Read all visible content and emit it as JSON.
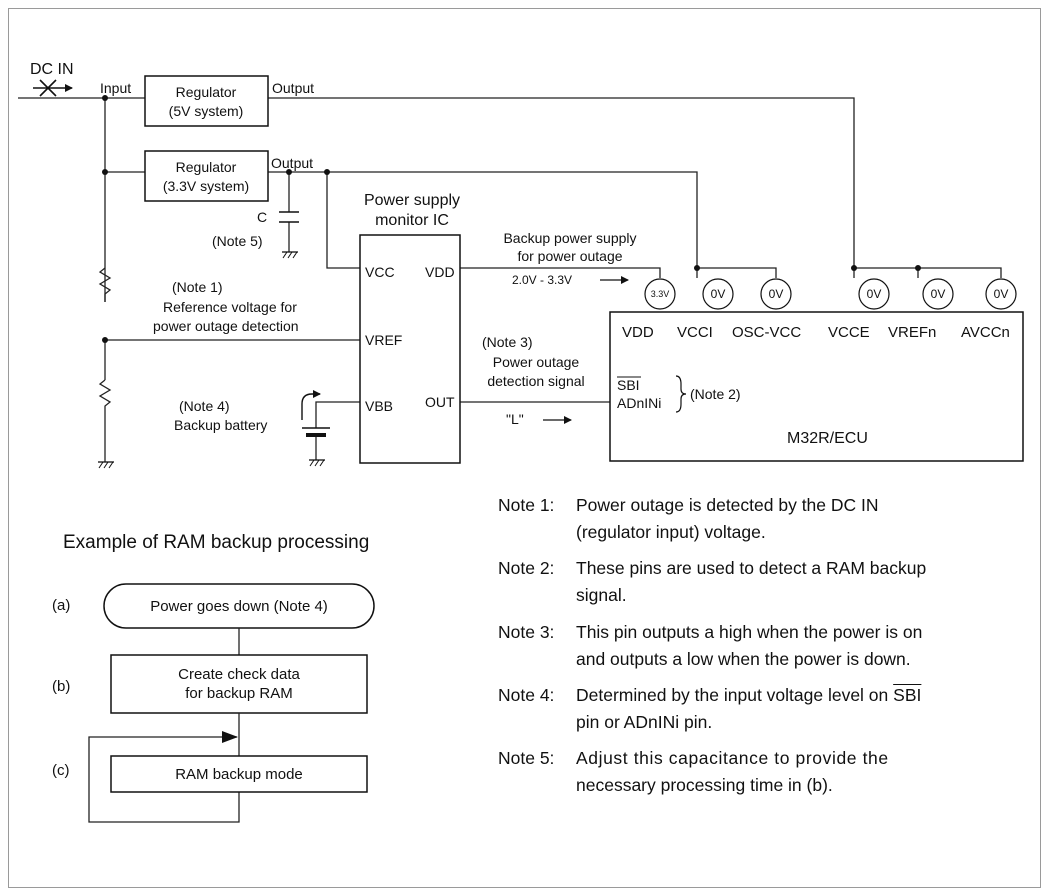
{
  "circuit": {
    "dc_in": "DC  IN",
    "input": "Input",
    "reg5_line1": "Regulator",
    "reg5_line2": "(5V system)",
    "reg5_output": "Output",
    "reg33_line1": "Regulator",
    "reg33_line2": "(3.3V system)",
    "reg33_output": "Output",
    "cap_c": "C",
    "cap_note": "(Note 5)",
    "monitor_line1": "Power supply",
    "monitor_line2": "monitor IC",
    "pin_vcc": "VCC",
    "pin_vdd": "VDD",
    "pin_vref": "VREF",
    "pin_vbb": "VBB",
    "pin_out": "OUT",
    "note1": "(Note 1)",
    "ref_line1": "Reference voltage for",
    "ref_line2": "power outage detection",
    "note4": "(Note 4)",
    "battery": "Backup battery",
    "backup_line1": "Backup power supply",
    "backup_line2": "for power outage",
    "backup_range": "2.0V - 3.3V",
    "note3": "(Note 3)",
    "detect_line1": "Power outage",
    "detect_line2": "detection signal",
    "signal_level": "\"L\"",
    "volt_33": "3.3V",
    "volt_0": "0V",
    "ecu_pins": [
      "VDD",
      "VCCI",
      "OSC-VCC",
      "VCCE",
      "VREFn",
      "AVCCn"
    ],
    "sbi": "SBI",
    "adnini": "ADnINi",
    "note2": "(Note 2)",
    "ecu_name": "M32R/ECU"
  },
  "flowchart": {
    "title": "Example of RAM backup processing",
    "step_a_label": "(a)",
    "step_a_text": "Power goes down (Note 4)",
    "step_b_label": "(b)",
    "step_b_line1": "Create check data",
    "step_b_line2": "for backup RAM",
    "step_c_label": "(c)",
    "step_c_text": "RAM backup mode"
  },
  "notes": {
    "note1_label": "Note 1:",
    "note1_line1": "Power outage is detected by the DC IN",
    "note1_line2": "(regulator input) voltage.",
    "note2_label": "Note 2:",
    "note2_line1": "These pins are used to detect a RAM backup",
    "note2_line2": "signal.",
    "note3_label": "Note 3:",
    "note3_line1": "This pin outputs a high when the power is on",
    "note3_line2": "and outputs a low when the power is down.",
    "note4_label": "Note 4:",
    "note4_line1a": "Determined by the input voltage level on",
    "note4_sbi": "SBI",
    "note4_line2": "pin or ADnINi pin.",
    "note5_label": "Note 5:",
    "note5_line1": "Adjust this capacitance to provide the",
    "note5_line2": "necessary processing time in (b)."
  }
}
